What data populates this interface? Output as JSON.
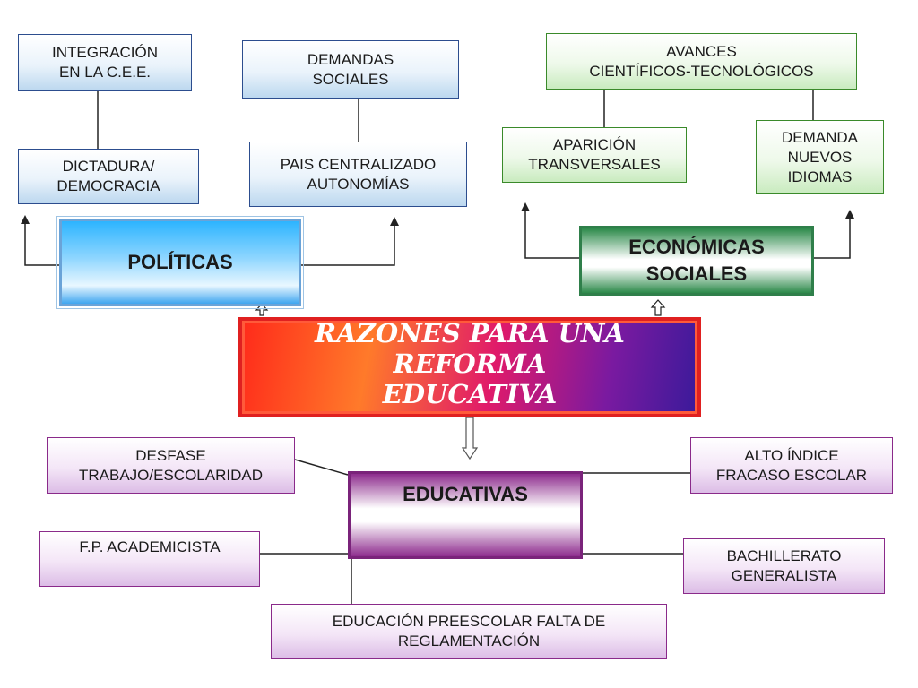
{
  "center": {
    "title": "RAZONES PARA UNA REFORMA\nEDUCATIVA"
  },
  "politicas": {
    "label": "POLÍTICAS",
    "items": [
      "INTEGRACIÓN\nEN LA C.E.E.",
      "DEMANDAS\nSOCIALES",
      "DICTADURA/\nDEMOCRACIA",
      "PAIS CENTRALIZADO\nAUTONOMÍAS"
    ]
  },
  "economicas": {
    "label": "ECONÓMICAS\nSOCIALES",
    "items": [
      "AVANCES\nCIENTÍFICOS-TECNOLÓGICOS",
      "APARICIÓN\nTRANSVERSALES",
      "DEMANDA\nNUEVOS\nIDIOMAS"
    ]
  },
  "educativas": {
    "label": "EDUCATIVAS",
    "items": [
      "DESFASE\nTRABAJO/ESCOLARIDAD",
      "ALTO ÍNDICE\nFRACASO ESCOLAR",
      "F.P. ACADEMICISTA",
      "BACHILLERATO\nGENERALISTA",
      "EDUCACIÓN PREESCOLAR FALTA DE\nREGLAMENTACIÓN"
    ]
  },
  "colors": {
    "politicas_accent": "#2db4ff",
    "economicas_accent": "#2c8a4a",
    "educativas_accent": "#8e2d8e",
    "center_accent": "#ff2a1a"
  }
}
